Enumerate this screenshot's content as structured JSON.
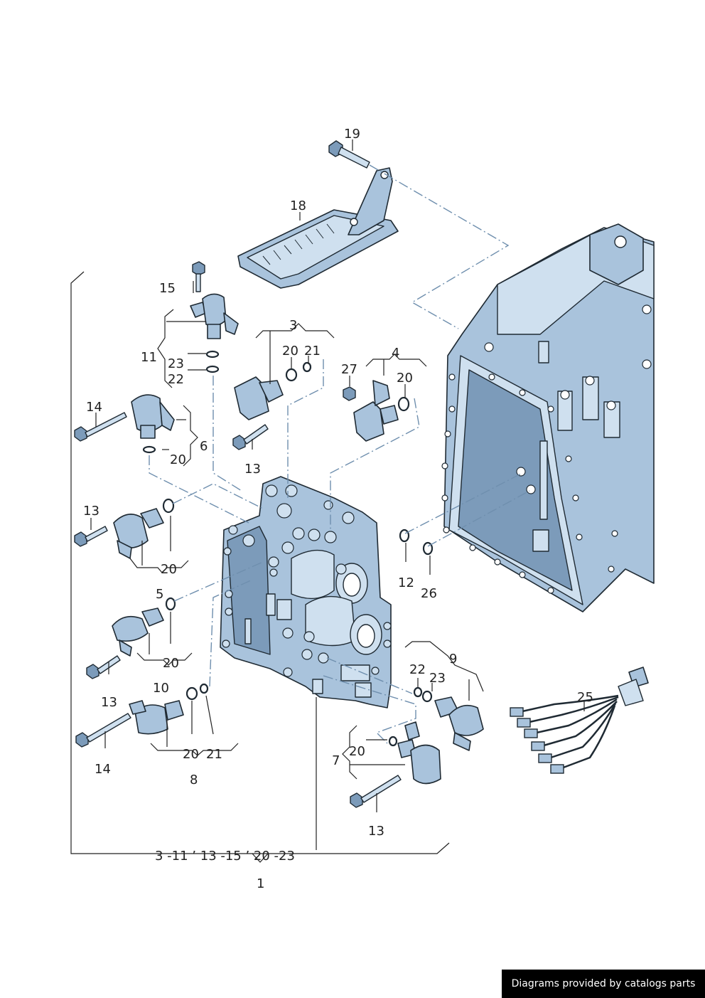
{
  "callouts": [
    {
      "id": "c19",
      "text": "19"
    },
    {
      "id": "c18",
      "text": "18"
    },
    {
      "id": "c15",
      "text": "15"
    },
    {
      "id": "c11",
      "text": "11"
    },
    {
      "id": "c23a",
      "text": "23"
    },
    {
      "id": "c22a",
      "text": "22"
    },
    {
      "id": "c3",
      "text": "3"
    },
    {
      "id": "c20a",
      "text": "20"
    },
    {
      "id": "c21a",
      "text": "21"
    },
    {
      "id": "c4",
      "text": "4"
    },
    {
      "id": "c27",
      "text": "27"
    },
    {
      "id": "c20b",
      "text": "20"
    },
    {
      "id": "c14a",
      "text": "14"
    },
    {
      "id": "c6",
      "text": "6"
    },
    {
      "id": "c20c",
      "text": "20"
    },
    {
      "id": "c13a",
      "text": "13"
    },
    {
      "id": "c13b",
      "text": "13"
    },
    {
      "id": "c20d",
      "text": "20"
    },
    {
      "id": "c5",
      "text": "5"
    },
    {
      "id": "c20e",
      "text": "20"
    },
    {
      "id": "c13c",
      "text": "13"
    },
    {
      "id": "c10",
      "text": "10"
    },
    {
      "id": "c14b",
      "text": "14"
    },
    {
      "id": "c20f",
      "text": "20"
    },
    {
      "id": "c21b",
      "text": "21"
    },
    {
      "id": "c8",
      "text": "8"
    },
    {
      "id": "c12",
      "text": "12"
    },
    {
      "id": "c26",
      "text": "26"
    },
    {
      "id": "c9",
      "text": "9"
    },
    {
      "id": "c22b",
      "text": "22"
    },
    {
      "id": "c23b",
      "text": "23"
    },
    {
      "id": "c25",
      "text": "25"
    },
    {
      "id": "c20g",
      "text": "20"
    },
    {
      "id": "c7",
      "text": "7"
    },
    {
      "id": "c13d",
      "text": "13"
    },
    {
      "id": "c1",
      "text": "1"
    }
  ],
  "assembly_range": "3 -11  ’ 13 -15  ’ 20 -23",
  "credit": "Diagrams provided by catalogs parts",
  "colors": {
    "part_fill": "#a9c3dc",
    "outline": "#1f2a33",
    "dash_line": "#6f8fae",
    "credit_bg": "#000000"
  }
}
